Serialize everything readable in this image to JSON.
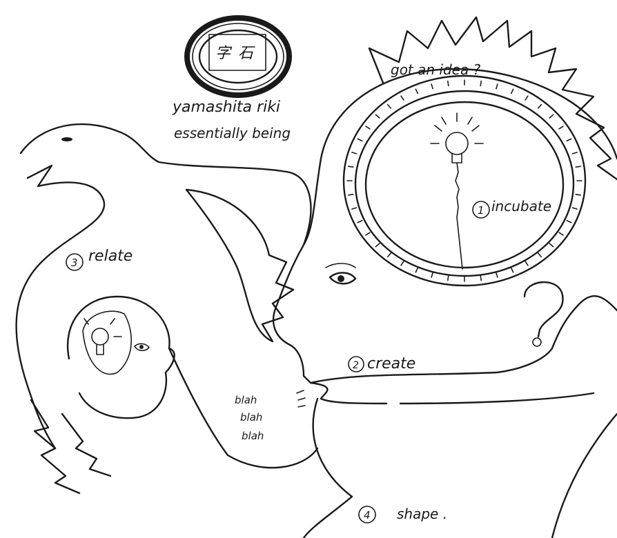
{
  "logo": {
    "caption_line1": "yamashita riki",
    "caption_line2": "essentially being"
  },
  "header_text": "got an idea ?",
  "steps": {
    "incubate": {
      "num": "1",
      "label": "incubate"
    },
    "create": {
      "num": "2",
      "label": "create"
    },
    "relate": {
      "num": "3",
      "label": "relate"
    },
    "shape": {
      "num": "4",
      "label": "shape ."
    }
  },
  "speech": [
    "blah",
    "blah",
    "blah"
  ],
  "question_mark": "?"
}
